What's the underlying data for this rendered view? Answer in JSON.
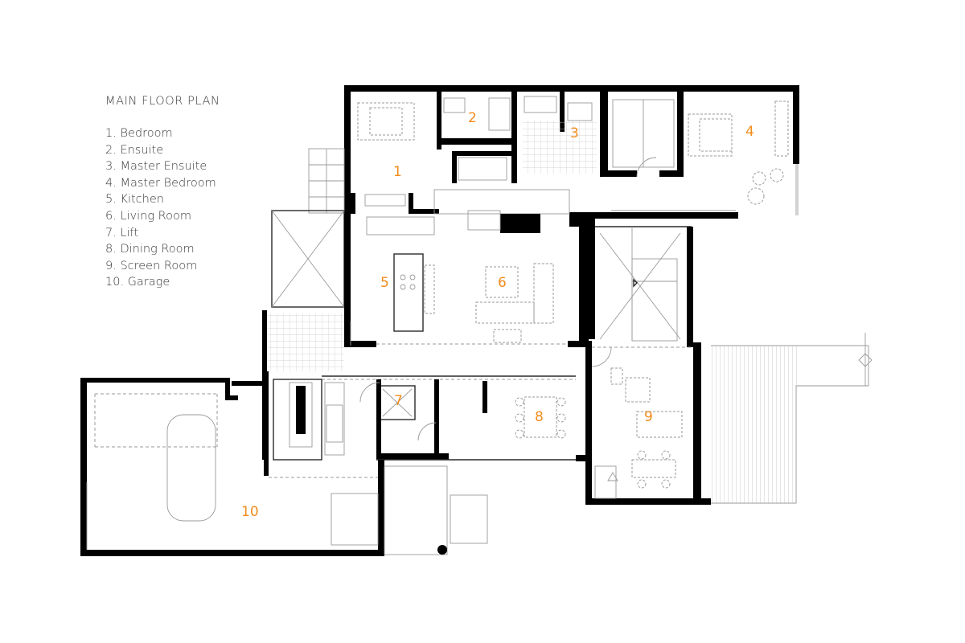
{
  "legend": {
    "title": "MAIN FLOOR PLAN",
    "items": [
      "1. Bedroom",
      "2. Ensuite",
      "3. Master Ensuite",
      "4. Master Bedroom",
      "5. Kitchen",
      "6. Living Room",
      "7. Lift",
      "8. Dining Room",
      "9. Screen Room",
      "10. Garage"
    ]
  },
  "rooms": [
    "1",
    "2",
    "3",
    "4",
    "5",
    "6",
    "7",
    "8",
    "9",
    "10"
  ],
  "colors": {
    "room_number": "#f28c1c",
    "wall": "#000000",
    "text": "#3a3a3a"
  }
}
